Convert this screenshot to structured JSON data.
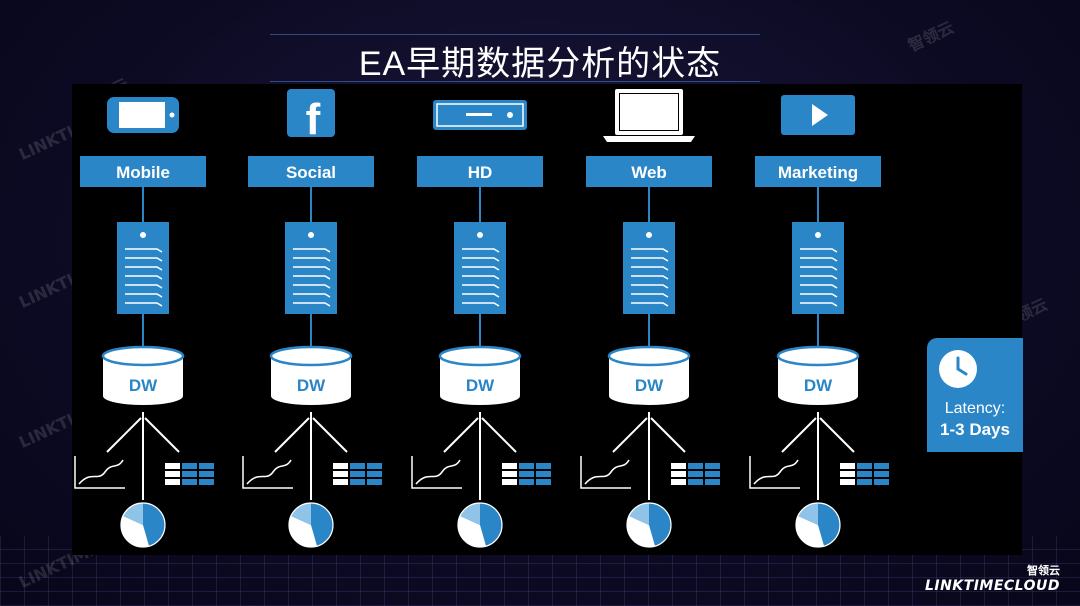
{
  "title": "EA早期数据分析的状态",
  "watermark": {
    "cn": "智领云",
    "en": "LINKTIMECLOUD"
  },
  "columns": [
    {
      "source": "Mobile",
      "icon": "smartphone-icon",
      "store": "DW"
    },
    {
      "source": "Social",
      "icon": "facebook-icon",
      "store": "DW"
    },
    {
      "source": "HD",
      "icon": "console-icon",
      "store": "DW"
    },
    {
      "source": "Web",
      "icon": "laptop-icon",
      "store": "DW"
    },
    {
      "source": "Marketing",
      "icon": "play-icon",
      "store": "DW"
    }
  ],
  "latency": {
    "label": "Latency:",
    "value": "1-3 Days",
    "icon": "clock-icon"
  },
  "brand": {
    "cn": "智领云",
    "en": "LINKTIMECLOUD"
  },
  "colors": {
    "accent": "#2a86c6",
    "panel": "#000000",
    "background": "#0d0b24"
  }
}
